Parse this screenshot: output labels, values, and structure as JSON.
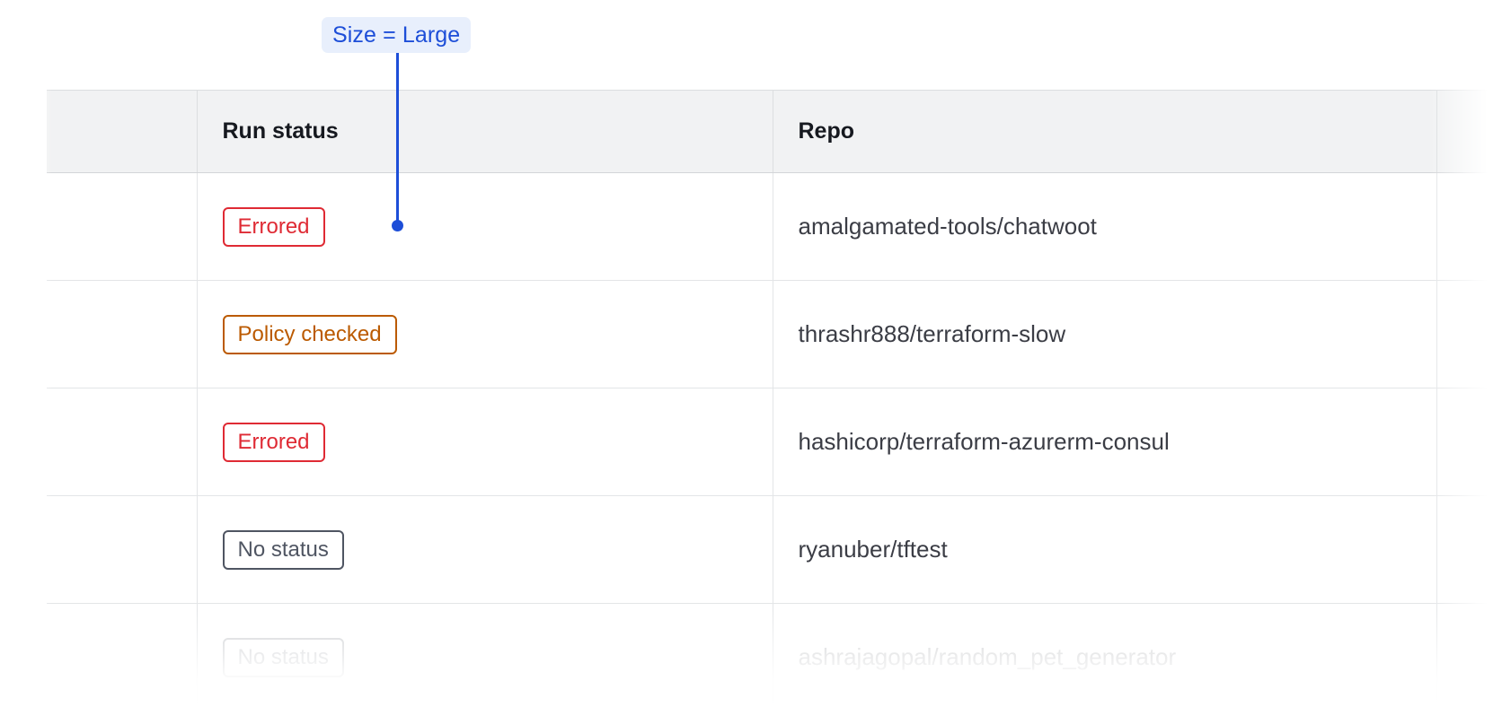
{
  "annotation": {
    "label": "Size = Large",
    "accent_color": "#1d4ed8",
    "pill_background": "#e8effc",
    "pointer_icon": "leader-line-dot"
  },
  "table": {
    "columns": [
      {
        "key": "select",
        "label": ""
      },
      {
        "key": "run_status",
        "label": "Run status"
      },
      {
        "key": "repo",
        "label": "Repo"
      },
      {
        "key": "extra",
        "label": ""
      }
    ],
    "header_background": "#f1f2f3",
    "rows": [
      {
        "run_status": "Errored",
        "status_variant": "errored",
        "status_color": "#df2a34",
        "repo": "amalgamated-tools/chatwoot",
        "faded": false
      },
      {
        "run_status": "Policy checked",
        "status_variant": "policy-checked",
        "status_color": "#bb5a00",
        "repo": "thrashr888/terraform-slow",
        "faded": false
      },
      {
        "run_status": "Errored",
        "status_variant": "errored",
        "status_color": "#df2a34",
        "repo": "hashicorp/terraform-azurerm-consul",
        "faded": false
      },
      {
        "run_status": "No status",
        "status_variant": "no-status",
        "status_color": "#4f5562",
        "repo": "ryanuber/tftest",
        "faded": false
      },
      {
        "run_status": "No status",
        "status_variant": "no-status",
        "status_color": "#4f5562",
        "repo": "ashrajagopal/random_pet_generator",
        "faded": true
      }
    ]
  }
}
